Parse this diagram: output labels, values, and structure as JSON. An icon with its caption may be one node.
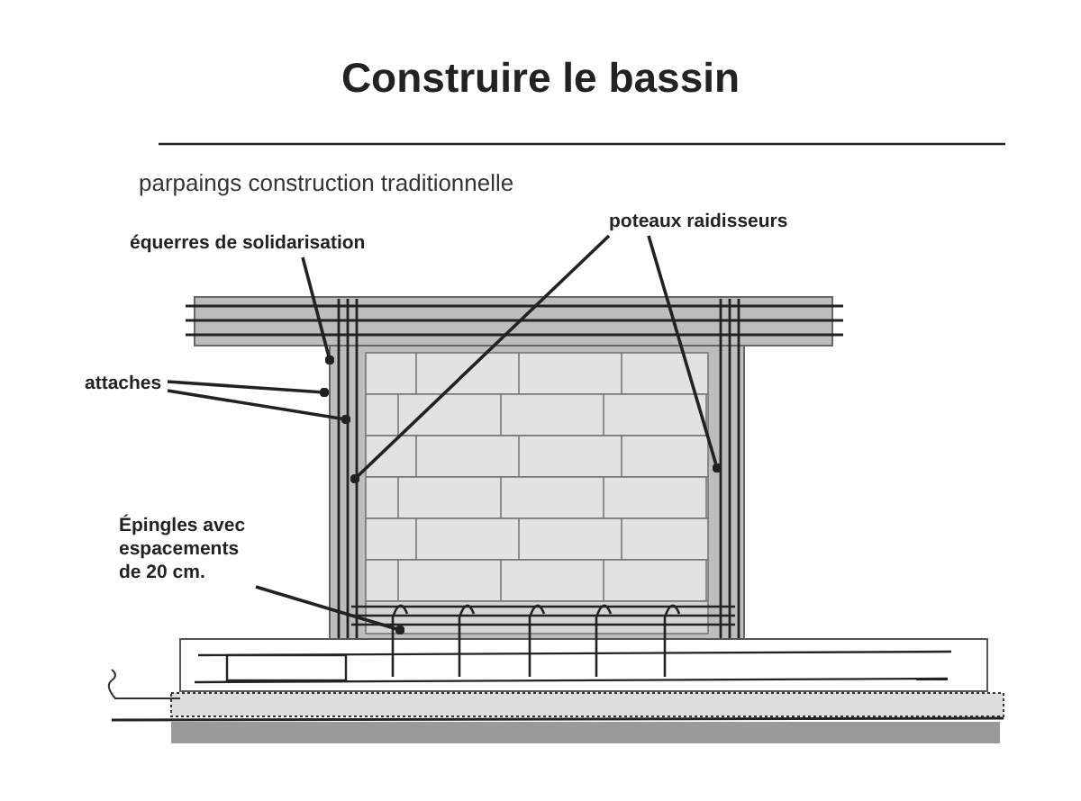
{
  "diagram": {
    "title": "Construire le bassin",
    "nodes": [
      {
        "text": [
          "équerres de solidarisation"
        ]
      },
      {
        "text": [
          "attaches"
        ]
      },
      {
        "text": [
          "poteaux raidisseurs"
        ]
      },
      {
        "text": [
          "Épingles avec espacements de 20 cm."
        ]
      }
    ],
    "edges": [
      {
        "from": 0,
        "to": null,
        "arrow": "other"
      },
      {
        "from": 1,
        "to": null,
        "arrow": "other"
      },
      {
        "from": 1,
        "to": null,
        "arrow": "other"
      },
      {
        "from": 2,
        "to": null,
        "arrow": "other"
      },
      {
        "from": 2,
        "to": null,
        "arrow": "other"
      },
      {
        "from": 3,
        "to": null,
        "arrow": "other"
      }
    ],
    "labels": [
      "parpaings construction traditionnelle"
    ]
  }
}
